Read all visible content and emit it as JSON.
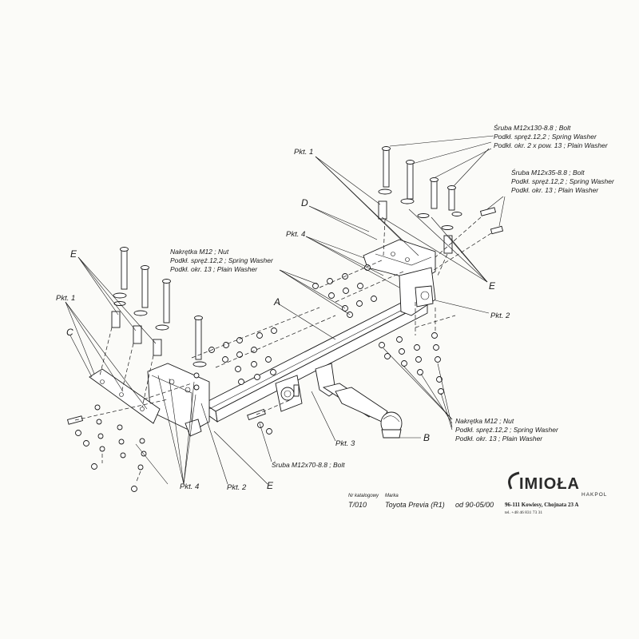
{
  "callouts": {
    "bolt_top": [
      "Śruba M12x130-8.8 ; Bolt",
      "Podkł. spręż.12,2 ; Spring Washer",
      "Podkł. okr. 2 x pow. 13 ; Plain Washer"
    ],
    "bolt_right": [
      "Śruba M12x35-8.8 ; Bolt",
      "Podkł. spręż.12,2 ; Spring Washer",
      "Podkł. okr. 13 ; Plain Washer"
    ],
    "nut_left": [
      "Nakrętka M12 ; Nut",
      "Podkł. spręż.12,2 ; Spring Washer",
      "Podkł. okr. 13 ; Plain Washer"
    ],
    "nut_right": [
      "Nakrętka M12 ; Nut",
      "Podkł. spręż.12,2 ; Spring Washer",
      "Podkł. okr. 13 ; Plain Washer"
    ],
    "bolt_bottom": "Śruba M12x70-8.8 ; Bolt"
  },
  "labels": {
    "pkt1_top": "Pkt. 1",
    "pkt1_left": "Pkt. 1",
    "pkt2_right": "Pkt. 2",
    "pkt2_bottom": "Pkt. 2",
    "pkt3": "Pkt. 3",
    "pkt4_top": "Pkt. 4",
    "pkt4_bottom": "Pkt. 4",
    "letter_a": "A",
    "letter_b": "B",
    "letter_c": "C",
    "letter_d": "D",
    "letter_e_left": "E",
    "letter_e_right": "E",
    "letter_e_bottom": "E"
  },
  "catalog": {
    "head_no": "Nr katalogowy",
    "head_make": "Marka",
    "number": "T/010",
    "vehicle": "Toyota Previa (R1)",
    "years": "od 90-05/00"
  },
  "brand": {
    "name": "IMIOŁA",
    "sub": "HAKPOL",
    "address": "96-111 Kowiesy, Chojnata 23 A",
    "phone": "tel. +48 46 831 73 31"
  }
}
